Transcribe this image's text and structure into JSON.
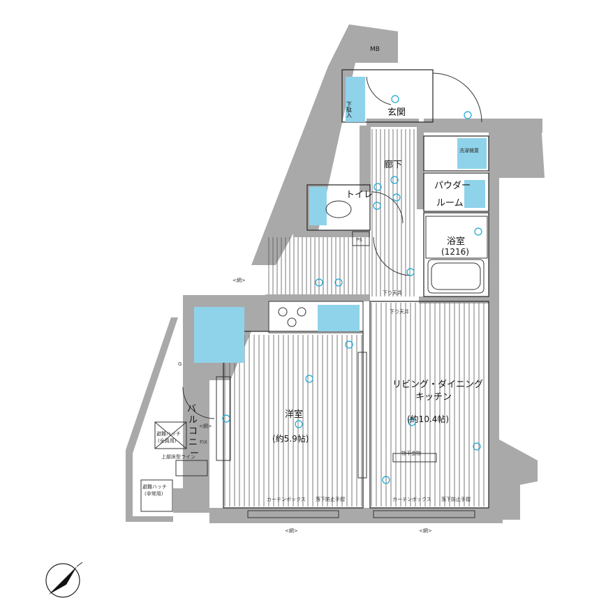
{
  "rooms": {
    "mb": "MB",
    "shoe_storage": "下駄入",
    "entrance": "玄関",
    "corridor": "廊下",
    "toilet": "トイレ",
    "washing_machine": "洗濯機置",
    "powder_room_1": "パウダー",
    "powder_room_2": "ルーム",
    "bathroom": "浴室",
    "bathroom_size": "(1216)",
    "ldk_1": "リビング・ダイニング",
    "ldk_2": "キッチン",
    "ldk_size": "(約10.4帖)",
    "western_room": "洋室",
    "western_size": "(約5.9帖)",
    "balcony_chars": [
      "バ",
      "ル",
      "コ",
      "ニ",
      "ー"
    ],
    "ps": "PS"
  },
  "labels": {
    "net_1": "<網>",
    "net_2": "<網>",
    "net_3": "<網>",
    "net_4": "<網>",
    "lowered_ceiling_1": "下り天井",
    "lowered_ceiling_2": "下り天井",
    "hanger": "物干金物",
    "curtain_box_1": "カーテンボックス",
    "curtain_box_2": "カーテンボックス",
    "fall_guard_1": "落下防止手摺",
    "fall_guard_2": "落下防止手摺",
    "evac_hatch_1a": "避難ハッチ",
    "evac_hatch_1b": "(全員用)",
    "evac_hatch_2a": "避難ハッチ",
    "evac_hatch_2b": "(非常用)",
    "upper_floor_line": "上部床型ライン",
    "fix": "FIX",
    "g": "G"
  },
  "colors": {
    "wall": "#a9a9a9",
    "fixture_fill": "#8fd3ea",
    "fixture_line": "#1aa6d1"
  }
}
